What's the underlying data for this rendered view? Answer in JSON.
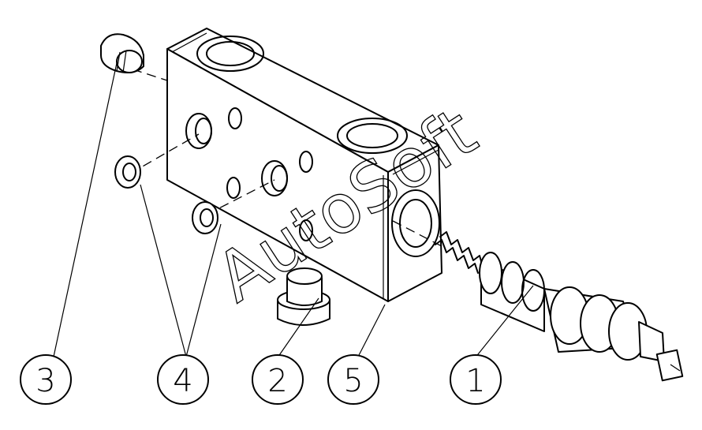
{
  "watermark": "AutoSoft",
  "callouts": [
    {
      "id": "3",
      "label": "3"
    },
    {
      "id": "4",
      "label": "4"
    },
    {
      "id": "2",
      "label": "2"
    },
    {
      "id": "5",
      "label": "5"
    },
    {
      "id": "1",
      "label": "1"
    }
  ]
}
